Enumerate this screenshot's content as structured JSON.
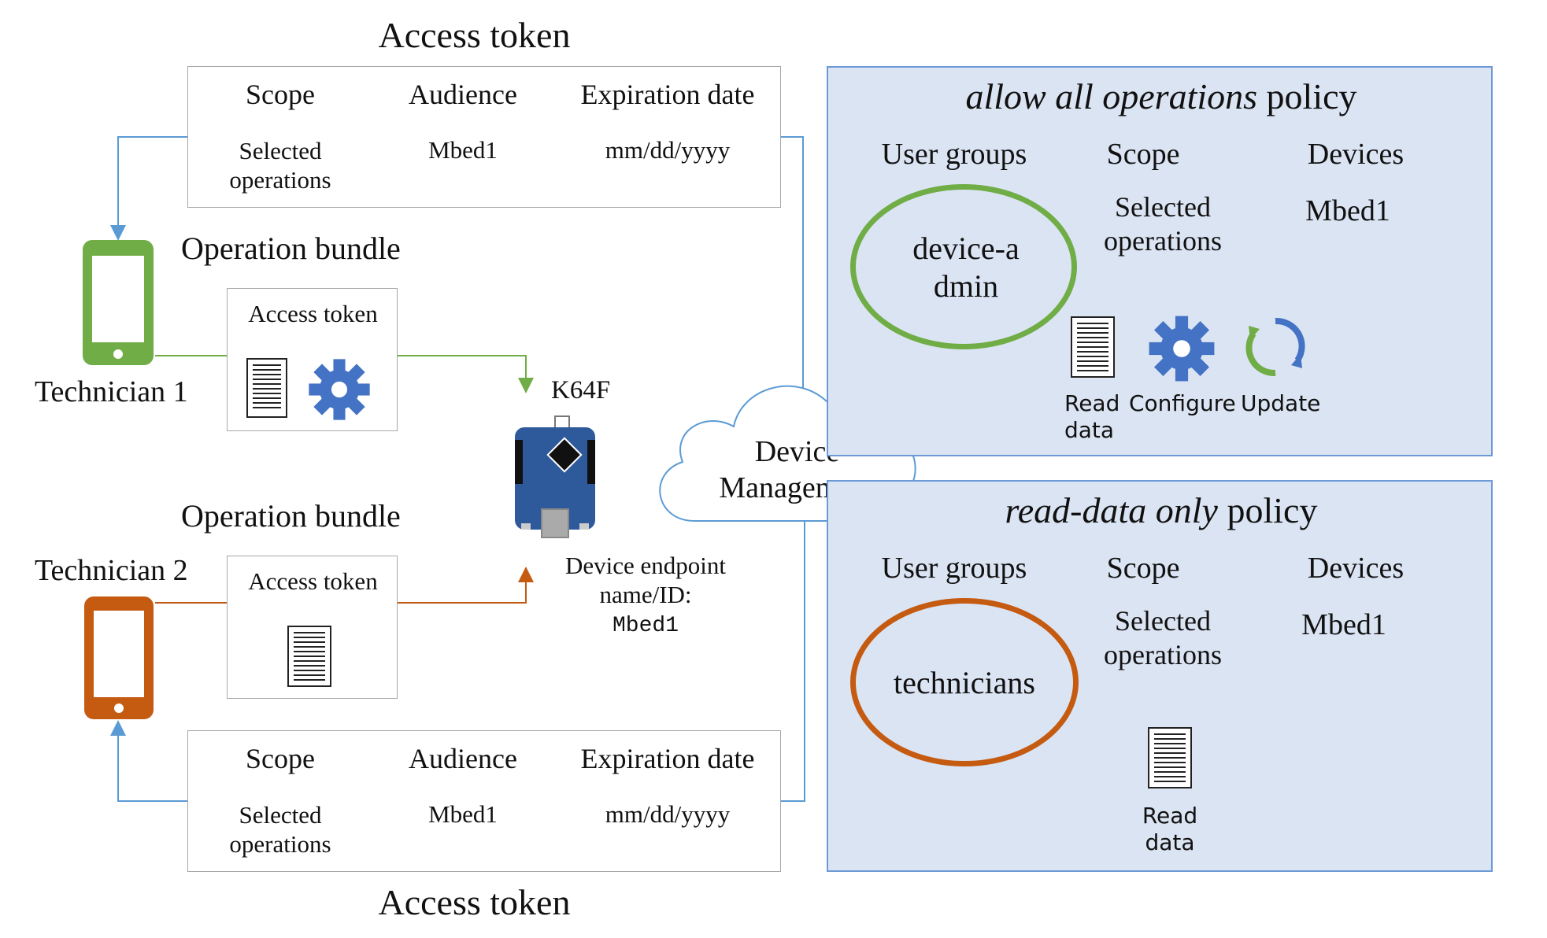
{
  "top_token": {
    "title": "Access token",
    "headers": [
      "Scope",
      "Audience",
      "Expiration date"
    ],
    "values": [
      "Selected operations",
      "Mbed1",
      "mm/dd/yyyy"
    ]
  },
  "bottom_token": {
    "title": "Access token",
    "headers": [
      "Scope",
      "Audience",
      "Expiration date"
    ],
    "values": [
      "Selected operations",
      "Mbed1",
      "mm/dd/yyyy"
    ]
  },
  "technician1": {
    "name": "Technician 1",
    "bundle_title": "Operation bundle",
    "bundle_token_label": "Access token",
    "phone_color": "#70ad47"
  },
  "technician2": {
    "name": "Technician 2",
    "bundle_title": "Operation bundle",
    "bundle_token_label": "Access token",
    "phone_color": "#c55a11"
  },
  "device": {
    "label": "K64F",
    "endpoint_label": "Device endpoint name/ID:",
    "endpoint_id": "Mbed1"
  },
  "cloud": {
    "label": "Device Management"
  },
  "policy_all": {
    "title_italic": "allow all operations",
    "title_suffix": " policy",
    "headers": [
      "User groups",
      "Scope",
      "Devices"
    ],
    "group": "device-admin",
    "group_color": "#70ad47",
    "scope": "Selected operations",
    "devices": "Mbed1",
    "operations": [
      "Read data",
      "Configure",
      "Update"
    ]
  },
  "policy_read": {
    "title_italic": "read-data only",
    "title_suffix": " policy",
    "headers": [
      "User groups",
      "Scope",
      "Devices"
    ],
    "group": "technicians",
    "group_color": "#c55a11",
    "scope": "Selected operations",
    "devices": "Mbed1",
    "operations": [
      "Read data"
    ]
  },
  "colors": {
    "blue_line": "#5b9bd5",
    "green_line": "#70ad47",
    "orange_line": "#c55a11",
    "panel_bg": "#dbe4f3",
    "gear": "#4472c4"
  },
  "icons": [
    "document-icon",
    "gear-icon",
    "refresh-icon",
    "smartphone-icon",
    "board-icon",
    "cloud-icon"
  ]
}
